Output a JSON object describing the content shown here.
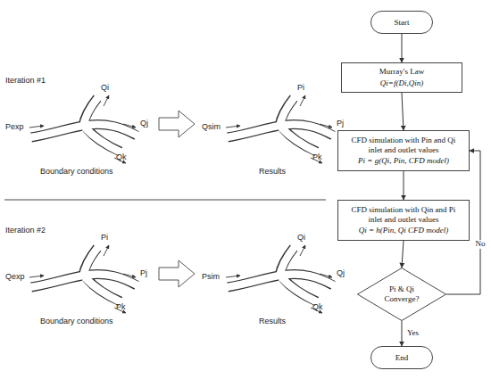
{
  "diagram": {
    "nodes": [
      {
        "text": [
          "Start"
        ]
      },
      {
        "text": [
          "Murray's Law",
          "Qi=f(Di,Qin)"
        ]
      },
      {
        "text": [
          "CFD simulation with Pin and Qi inlet and outlet values",
          "Pi = g(Qi, Pin, CFD model)"
        ]
      },
      {
        "text": [
          "CFD simulation with Qin and Pi inlet and outlet values",
          "Qi = h(Pin, Qi CFD model)"
        ]
      },
      {
        "text": [
          "Pi & Qi Converge?"
        ]
      },
      {
        "text": [
          "End"
        ]
      }
    ],
    "edges": [
      {
        "from": 0,
        "to": 1,
        "arrow": "to"
      },
      {
        "from": 1,
        "to": 2,
        "arrow": "to"
      },
      {
        "from": 2,
        "to": 3,
        "arrow": "to"
      },
      {
        "from": 3,
        "to": 4,
        "arrow": "to"
      },
      {
        "from": 4,
        "to": 5,
        "label": "Yes",
        "arrow": "to"
      },
      {
        "from": 4,
        "to": 2,
        "label": "No",
        "arrow": "to"
      }
    ],
    "labels": [
      "Iteration #1",
      "Qi",
      "Pexp",
      "Qj",
      "Qk",
      "Boundary conditions",
      "Pi",
      "Qsim",
      "Pj",
      "Pk",
      "Results",
      "Iteration #2",
      "Pi",
      "Qexp",
      "Pj",
      "Pk",
      "Boundary conditions",
      "Psim",
      "Qi",
      "Qj",
      "Qk",
      "Results"
    ]
  }
}
